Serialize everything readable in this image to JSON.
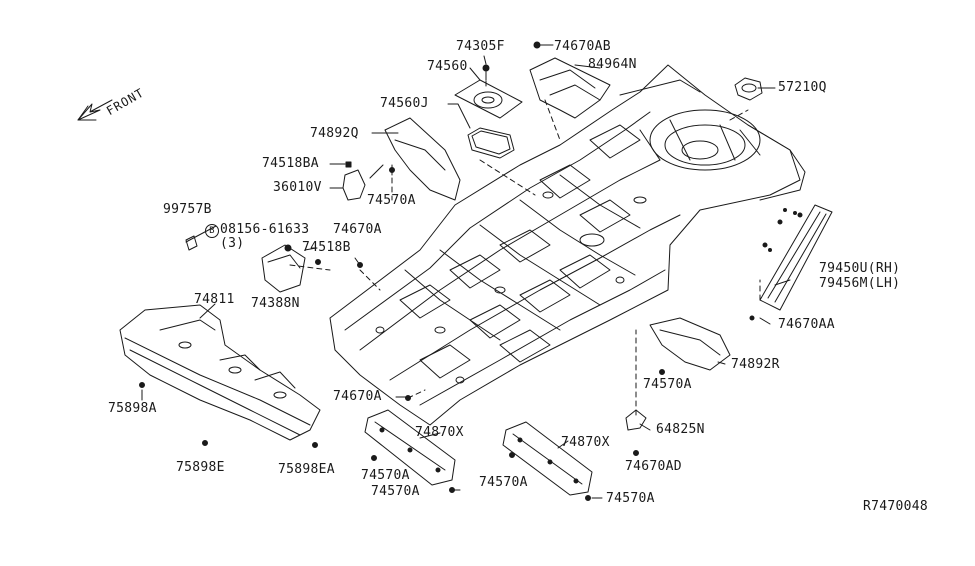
{
  "direction_label": "FRONT",
  "bolt_symbol": "B",
  "parts": {
    "p74305F": "74305F",
    "p74670AB": "74670AB",
    "p84964N": "84964N",
    "p74560": "74560",
    "p57210Q": "57210Q",
    "p74560J": "74560J",
    "p74892Q": "74892Q",
    "p74518BA": "74518BA",
    "p36010V": "36010V",
    "p74570A_top": "74570A",
    "p99757B": "99757B",
    "p08156": "08156-61633",
    "p08156_qty": "(3)",
    "p74670A_mid": "74670A",
    "p74518B": "74518B",
    "p74388N": "74388N",
    "p74811": "74811",
    "p79450U": "79450U(RH)",
    "p79456M": "79456M(LH)",
    "p74670AA": "74670AA",
    "p74892R": "74892R",
    "p74570A_right": "74570A",
    "p75898A": "75898A",
    "p74670A_low": "74670A",
    "p74870X_left": "74870X",
    "p74870X_right": "74870X",
    "p64825N": "64825N",
    "p75898E": "75898E",
    "p75898EA": "75898EA",
    "p74570A_b1": "74570A",
    "p74570A_b2": "74570A",
    "p74570A_b3": "74570A",
    "p74670AD": "74670AD",
    "p74570A_b4": "74570A"
  },
  "diagram_code": "R7470048"
}
